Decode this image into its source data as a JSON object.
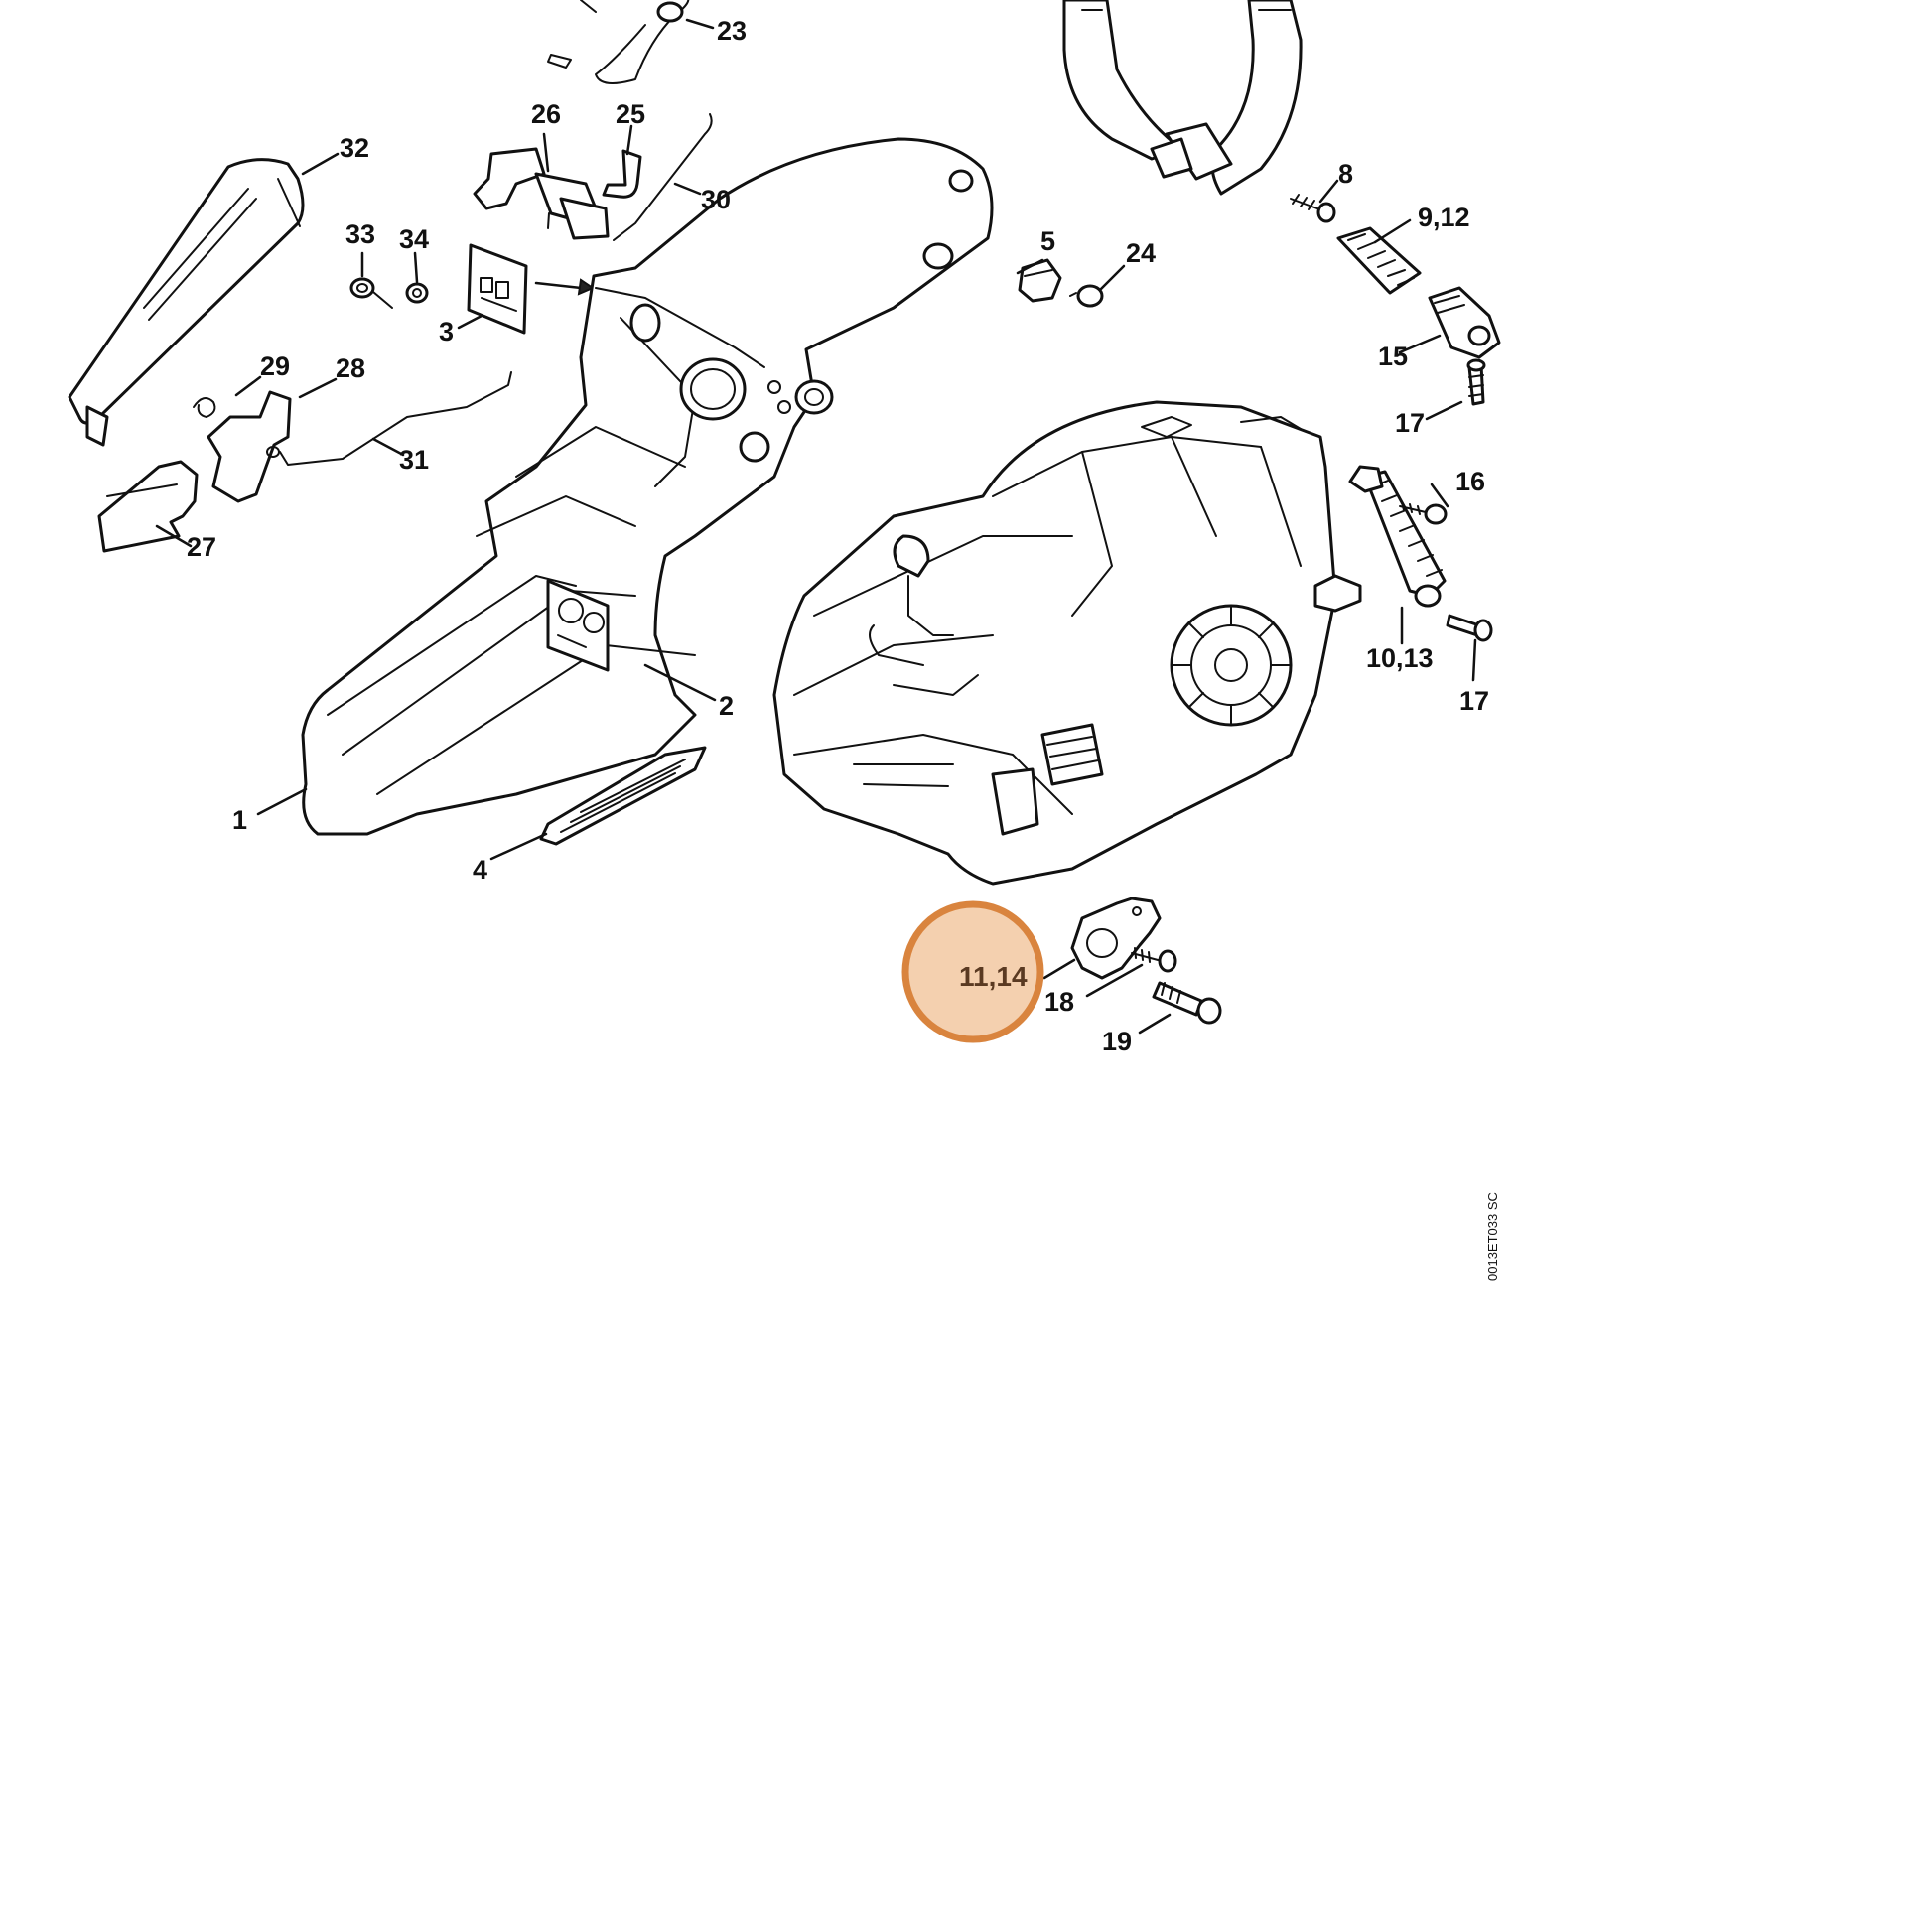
{
  "callouts": {
    "c23": "23",
    "c26": "26",
    "c25": "25",
    "c32": "32",
    "c30": "30",
    "c33": "33",
    "c34": "34",
    "c3": "3",
    "c5": "5",
    "c24": "24",
    "c8": "8",
    "c9_12": "9,12",
    "c15": "15",
    "c17a": "17",
    "c29": "29",
    "c28": "28",
    "c31": "31",
    "c27": "27",
    "c16": "16",
    "c10_13": "10,13",
    "c17b": "17",
    "c2": "2",
    "c1": "1",
    "c4": "4",
    "c11_14": "11,14",
    "c18": "18",
    "c19": "19"
  },
  "highlight": {
    "label": "11,14",
    "fill_color": "#f2c9a4",
    "ring_color": "#d9843e"
  },
  "document_id": "0013ET033 SC"
}
